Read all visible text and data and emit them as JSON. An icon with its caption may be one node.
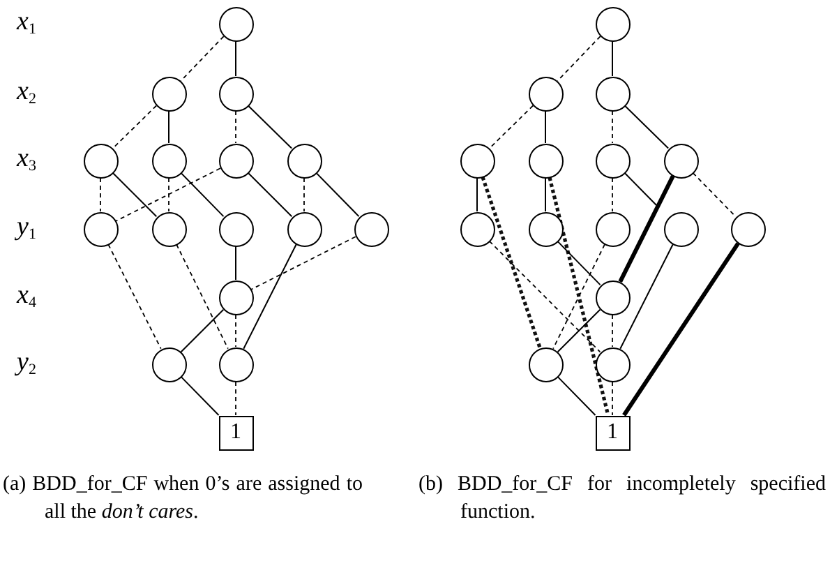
{
  "diagram": {
    "nodes": [
      {
        "text": [],
        "shape": "circle"
      },
      {
        "text": [],
        "shape": "circle"
      },
      {
        "text": [],
        "shape": "circle"
      },
      {
        "text": [],
        "shape": "circle"
      },
      {
        "text": [],
        "shape": "circle"
      },
      {
        "text": [],
        "shape": "circle"
      },
      {
        "text": [],
        "shape": "circle"
      },
      {
        "text": [],
        "shape": "circle"
      },
      {
        "text": [],
        "shape": "circle"
      },
      {
        "text": [],
        "shape": "circle"
      },
      {
        "text": [],
        "shape": "circle"
      },
      {
        "text": [],
        "shape": "circle"
      },
      {
        "text": [],
        "shape": "circle"
      },
      {
        "text": [],
        "shape": "circle"
      },
      {
        "text": [],
        "shape": "circle"
      },
      {
        "text": [
          "1"
        ]
      },
      {
        "text": [],
        "shape": "circle"
      },
      {
        "text": [],
        "shape": "circle"
      },
      {
        "text": [],
        "shape": "circle"
      },
      {
        "text": [],
        "shape": "circle"
      },
      {
        "text": [],
        "shape": "circle"
      },
      {
        "text": [],
        "shape": "circle"
      },
      {
        "text": [],
        "shape": "circle"
      },
      {
        "text": [],
        "shape": "circle"
      },
      {
        "text": [],
        "shape": "circle"
      },
      {
        "text": [],
        "shape": "circle"
      },
      {
        "text": [],
        "shape": "circle"
      },
      {
        "text": [],
        "shape": "circle"
      },
      {
        "text": [],
        "shape": "circle"
      },
      {
        "text": [],
        "shape": "circle"
      },
      {
        "text": [],
        "shape": "circle"
      },
      {
        "text": [
          "1"
        ]
      }
    ],
    "edges": [
      {
        "from": 0,
        "to": 1,
        "arrow": "none",
        "style": "dashed"
      },
      {
        "from": 0,
        "to": 2,
        "arrow": "none"
      },
      {
        "from": 1,
        "to": 3,
        "arrow": "none",
        "style": "dashed"
      },
      {
        "from": 1,
        "to": 4,
        "arrow": "none"
      },
      {
        "from": 2,
        "to": 5,
        "arrow": "none",
        "style": "dashed"
      },
      {
        "from": 2,
        "to": 6,
        "arrow": "none"
      },
      {
        "from": 3,
        "to": 7,
        "arrow": "none",
        "style": "dashed"
      },
      {
        "from": 3,
        "to": 8,
        "arrow": "none"
      },
      {
        "from": 4,
        "to": 8,
        "arrow": "none",
        "style": "dashed"
      },
      {
        "from": 4,
        "to": 9,
        "arrow": "none"
      },
      {
        "from": 5,
        "to": 7,
        "arrow": "none",
        "style": "dashed"
      },
      {
        "from": 5,
        "to": 10,
        "arrow": "none"
      },
      {
        "from": 6,
        "to": 10,
        "arrow": "none",
        "style": "dashed"
      },
      {
        "from": 6,
        "to": 11,
        "arrow": "none"
      },
      {
        "from": 7,
        "to": 13,
        "arrow": "none",
        "style": "dashed"
      },
      {
        "from": 8,
        "to": 14,
        "arrow": "none",
        "style": "dashed"
      },
      {
        "from": 9,
        "to": 12,
        "arrow": "none"
      },
      {
        "from": 10,
        "to": 14,
        "arrow": "none"
      },
      {
        "from": 11,
        "to": 12,
        "arrow": "none",
        "style": "dashed"
      },
      {
        "from": 12,
        "to": 13,
        "arrow": "none"
      },
      {
        "from": 12,
        "to": 14,
        "arrow": "none",
        "style": "dashed"
      },
      {
        "from": 13,
        "to": 15,
        "arrow": "none"
      },
      {
        "from": 14,
        "to": 15,
        "arrow": "none",
        "style": "dashed"
      },
      {
        "from": 16,
        "to": 17,
        "arrow": "none",
        "style": "dashed"
      },
      {
        "from": 16,
        "to": 18,
        "arrow": "none"
      },
      {
        "from": 17,
        "to": 19,
        "arrow": "none",
        "style": "dashed"
      },
      {
        "from": 17,
        "to": 20,
        "arrow": "none"
      },
      {
        "from": 18,
        "to": 21,
        "arrow": "none",
        "style": "dashed"
      },
      {
        "from": 18,
        "to": 22,
        "arrow": "none"
      },
      {
        "from": 19,
        "to": 23,
        "arrow": "none"
      },
      {
        "from": 19,
        "to": 29,
        "arrow": "none",
        "style": "dashed",
        "color": "#111111"
      },
      {
        "from": 20,
        "to": 24,
        "arrow": "none"
      },
      {
        "from": 20,
        "to": 31,
        "arrow": "none",
        "style": "dashed",
        "color": "#111111"
      },
      {
        "from": 21,
        "to": 25,
        "arrow": "none",
        "style": "dashed"
      },
      {
        "from": 21,
        "to": 28,
        "arrow": "none"
      },
      {
        "from": 22,
        "to": 27,
        "arrow": "none",
        "style": "dashed"
      },
      {
        "from": 22,
        "to": 28,
        "arrow": "none",
        "style": "thick"
      },
      {
        "from": 23,
        "to": 30,
        "arrow": "none",
        "style": "dashed"
      },
      {
        "from": 24,
        "to": 28,
        "arrow": "none"
      },
      {
        "from": 25,
        "to": 29,
        "arrow": "none",
        "style": "dashed"
      },
      {
        "from": 26,
        "to": 30,
        "arrow": "none"
      },
      {
        "from": 27,
        "to": 31,
        "arrow": "none",
        "style": "thick"
      },
      {
        "from": 28,
        "to": 29,
        "arrow": "none"
      },
      {
        "from": 28,
        "to": 30,
        "arrow": "none",
        "style": "dashed"
      },
      {
        "from": 29,
        "to": 31,
        "arrow": "none"
      },
      {
        "from": 30,
        "to": 31,
        "arrow": "none",
        "style": "dashed"
      }
    ],
    "labels": [
      "x$_{1}$",
      "x$_{2}$",
      "x$_{3}$",
      "y$_{1}$",
      "x$_{4}$",
      "y$_{2}$",
      "(a) BDD_for_CF when 0’s are assigned to all the *don’t cares*.",
      "(b) BDD_for_CF for incompletely specified function."
    ]
  }
}
